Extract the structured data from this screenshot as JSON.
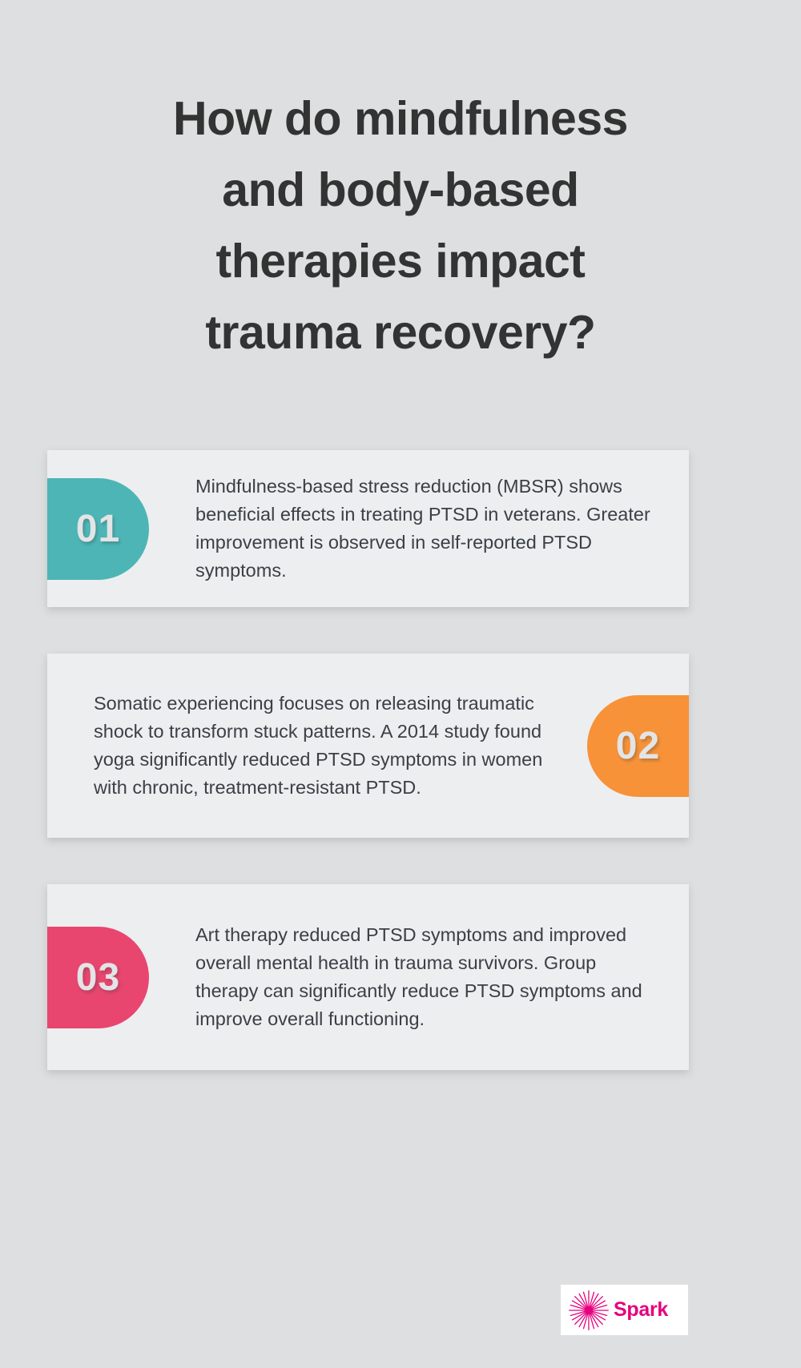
{
  "page": {
    "background_color": "#dedfe0",
    "title": "How do mindfulness and body-based therapies impact trauma recovery?"
  },
  "title_lines": [
    "How do mindfulness",
    "and body-based",
    "therapies impact",
    "trauma recovery?"
  ],
  "cards": [
    {
      "number": "01",
      "color": "#4db5b5",
      "side": "left",
      "text": "Mindfulness-based stress reduction (MBSR) shows beneficial effects in treating PTSD in veterans. Greater improvement is observed in self-reported PTSD symptoms."
    },
    {
      "number": "02",
      "color": "#f79238",
      "side": "right",
      "text": "Somatic experiencing focuses on releasing traumatic shock to transform stuck patterns. A 2014 study found yoga significantly reduced PTSD symptoms in women with chronic, treatment-resistant PTSD."
    },
    {
      "number": "03",
      "color": "#e8456f",
      "side": "left",
      "text": "Art therapy reduced PTSD symptoms and improved overall mental health in trauma survivors. Group therapy can significantly reduce PTSD symptoms and improve overall functioning."
    }
  ],
  "logo": {
    "name": "Spark",
    "icon": "starburst-icon",
    "color": "#e6007e",
    "background": "#ffffff"
  }
}
